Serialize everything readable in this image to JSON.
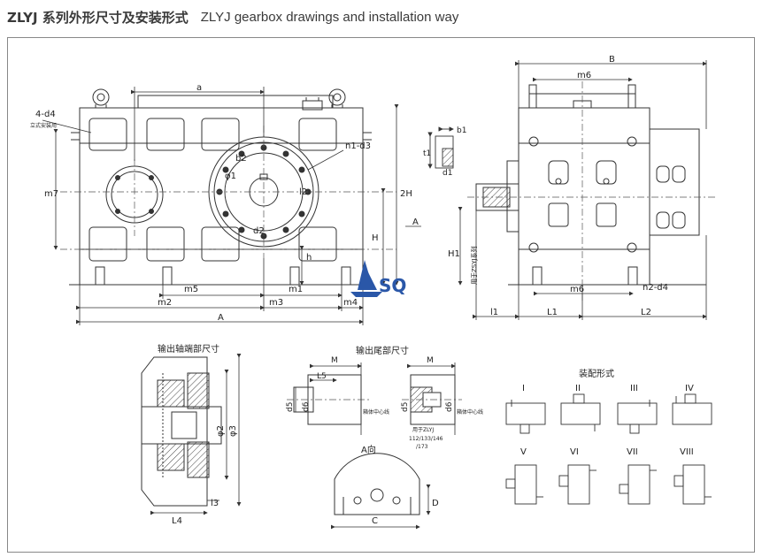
{
  "header": {
    "title_cn": "ZLYJ 系列外形尺寸及安装形式",
    "title_en": "ZLYJ gearbox drawings and installation way"
  },
  "front_view": {
    "label_4d4": "4-d4",
    "label_4d4_note": "立式安装用",
    "label_a": "a",
    "label_b2": "b2",
    "label_phi1": "φ1",
    "label_n1d3": "n1-d3",
    "label_l2": "l2",
    "label_d2": "d2",
    "label_m7": "m7",
    "label_2H": "2H",
    "label_H": "H",
    "label_h": "h",
    "label_m5": "m5",
    "label_m1": "m1",
    "label_m2": "m2",
    "label_m3": "m3",
    "label_m4": "m4",
    "label_A": "A",
    "label_A_arrow": "A"
  },
  "key_detail": {
    "label_b1": "b1",
    "label_t1": "t1",
    "label_d1": "d1"
  },
  "side_view": {
    "label_B": "B",
    "label_m6_top": "m6",
    "label_H1": "H1",
    "label_note": "用于ZSYJ系列",
    "label_m6_bottom": "m6",
    "label_n2d4": "n2-d4",
    "label_l1": "l1",
    "label_L1": "L1",
    "label_L2": "L2"
  },
  "logo": {
    "text": "SQ"
  },
  "shaft_end": {
    "title": "输出轴端部尺寸",
    "label_phi2": "φ2",
    "label_phi3": "φ3",
    "label_L4": "L4",
    "label_l3": "l3"
  },
  "tail_section": {
    "title": "输出尾部尺寸",
    "label_M_left": "M",
    "label_L5": "L5",
    "label_d5_left": "d5",
    "label_d6_left": "d6",
    "label_center_left": "箱体中心线",
    "label_M_right": "M",
    "label_d5_right": "d5",
    "label_d6_right": "d6",
    "label_center_right": "箱体中心线",
    "label_used_for": "用于ZLYJ",
    "label_models_1": "112/133/146",
    "label_models_2": "/173"
  },
  "a_view": {
    "title": "A向",
    "label_D": "D",
    "label_C": "C"
  },
  "mounting": {
    "title": "装配形式",
    "forms": [
      "I",
      "II",
      "III",
      "IV",
      "V",
      "VI",
      "VII",
      "VIII"
    ]
  }
}
